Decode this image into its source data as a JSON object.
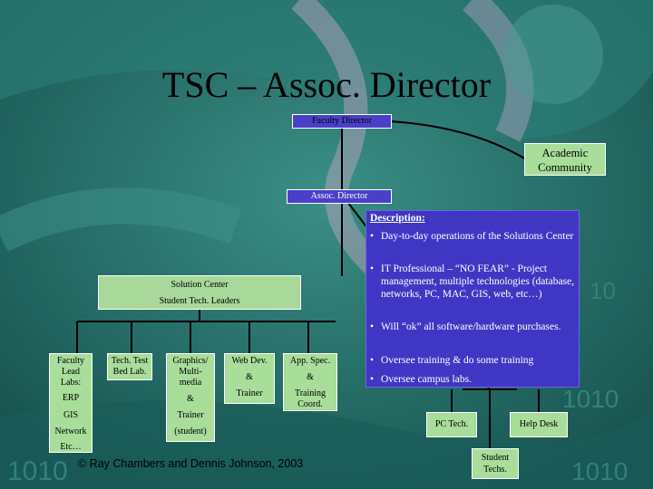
{
  "title": "TSC – Assoc. Director",
  "nodes": {
    "faculty_director": "Faculty Director",
    "academic_community_1": "Academic",
    "academic_community_2": "Community",
    "assoc_director": "Assoc. Director",
    "solution_center": "Solution Center",
    "student_tech_leaders": "Student Tech. Leaders",
    "pc_tech": "PC Tech.",
    "help_desk": "Help Desk",
    "student_techs_1": "Student",
    "student_techs_2": "Techs."
  },
  "description": {
    "heading": "Description:",
    "bullets": [
      "Day-to-day operations of the Solutions Center",
      "IT Professional – “NO FEAR” - Project management, multiple technologies (database, networks, PC, MAC, GIS, web, etc…)",
      "Will “ok” all software/hardware purchases.",
      "Oversee training & do some training",
      "Oversee campus labs."
    ],
    "bullet_glyph": "•"
  },
  "faculty_labs": {
    "line1": "Faculty",
    "line2": "Lead",
    "line3": "Labs:",
    "erp": "ERP",
    "gis": "GIS",
    "network": "Network",
    "etc": "Etc…"
  },
  "tech_test": {
    "line1": "Tech. Test",
    "line2": "Bed Lab."
  },
  "graphics": {
    "line1": "Graphics/",
    "line2": "Multi-",
    "line3": "media",
    "amp": "&",
    "trainer": "Trainer",
    "student": "(student)"
  },
  "webdev": {
    "line1": "Web Dev.",
    "amp": "&",
    "trainer": "Trainer"
  },
  "appspec": {
    "line1": "App. Spec.",
    "amp": "&",
    "training": "Training",
    "coord": "Coord."
  },
  "copyright": "© Ray Chambers and Dennis Johnson, 2003",
  "colors": {
    "background": "#1f6e6a",
    "box_green": "#a8dd9a",
    "desc_purple": "#3f37c4",
    "title_bar": "#4a40c8"
  }
}
